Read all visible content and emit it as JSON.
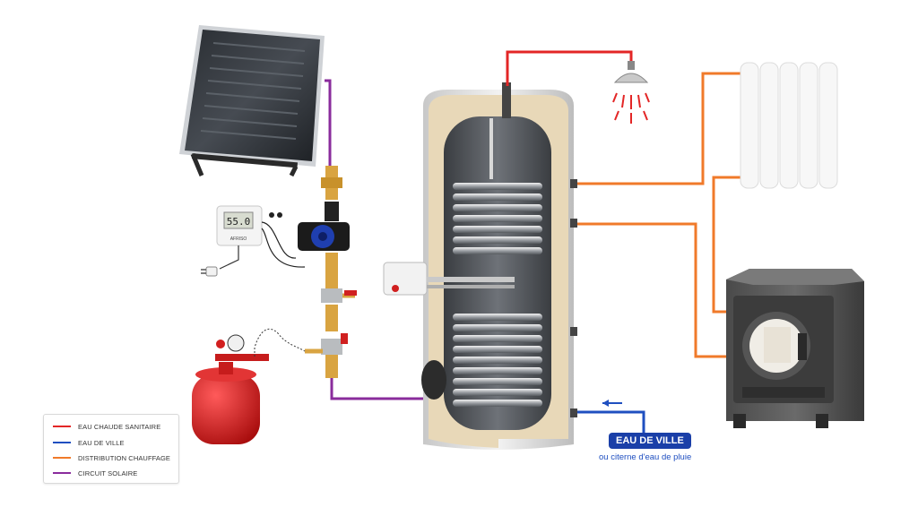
{
  "legend": {
    "items": [
      {
        "label": "EAU CHAUDE SANITAIRE",
        "color": "#e32626"
      },
      {
        "label": "EAU DE VILLE",
        "color": "#1f4fc0"
      },
      {
        "label": "DISTRIBUTION CHAUFFAGE",
        "color": "#f07a2a"
      },
      {
        "label": "CIRCUIT SOLAIRE",
        "color": "#8a2c9c"
      }
    ]
  },
  "thermostat": {
    "reading": "55.0",
    "brand": "AFRISO"
  },
  "inlet": {
    "badge": "EAU DE VILLE",
    "subtitle": "ou citerne d'eau de pluie"
  },
  "colors": {
    "hot_water": "#e32626",
    "city_water": "#1f4fc0",
    "heating": "#f07a2a",
    "solar": "#8a2c9c",
    "tank_insulation": "#e8d8b8",
    "tank_inner": "#5a5e63",
    "expansion_vessel": "#d81e1e"
  },
  "icons": [
    "solar-panel-icon",
    "thermostat-icon",
    "pump-icon",
    "expansion-vessel-icon",
    "shower-icon",
    "radiator-icon",
    "stove-icon",
    "arrow-left-icon",
    "plug-icon"
  ]
}
